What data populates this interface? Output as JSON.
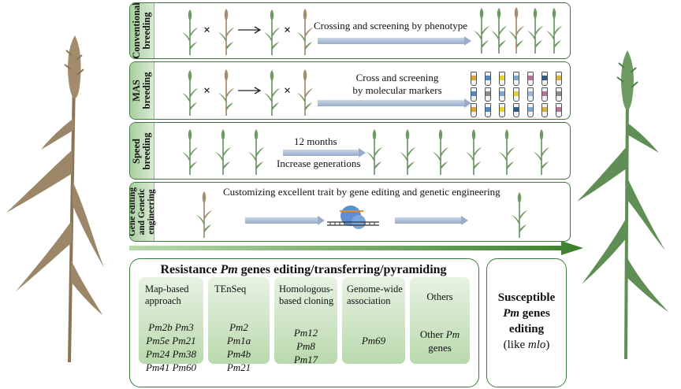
{
  "rows": {
    "conventional": {
      "label": "Conventional\nbreeding",
      "text": "Crossing and screening by phenotype"
    },
    "mas": {
      "label": "MAS\nbreeding",
      "text": "Cross and screening\nby molecular markers"
    },
    "speed": {
      "label": "Speed\nbreeding",
      "text_top": "12 months",
      "text_bottom": "Increase generations"
    },
    "gene_editing": {
      "label": "Gene editing\nand Genetic\nengineering",
      "text": "Customizing excellent trait by gene editing and genetic engineering"
    }
  },
  "cross_symbol": "×",
  "resistance": {
    "title_pre": "Resistance ",
    "title_em": "Pm",
    "title_post": " genes editing/transferring/pyramiding",
    "columns": [
      {
        "header": "Map-based\napproach",
        "genes": "Pm2b Pm3\nPm5e Pm21\nPm24 Pm38\nPm41 Pm60"
      },
      {
        "header": "TEnSeq",
        "genes": "Pm2\nPm1a\nPm4b\nPm21"
      },
      {
        "header": "Homologous-\nbased cloning",
        "genes": "Pm12\nPm8\nPm17"
      },
      {
        "header": "Genome-wide\nassociation",
        "genes": "Pm69"
      },
      {
        "header": "Others",
        "genes_pre": "Other ",
        "genes_em": "Pm",
        "genes_post": "\ngenes"
      }
    ]
  },
  "susceptible": {
    "line1": "Susceptible",
    "line2_em": "Pm",
    "line2_post": " genes",
    "line3": "editing",
    "line4_pre": "(like ",
    "line4_em": "mlo",
    "line4_post": ")"
  },
  "colors": {
    "green_border": "#3f7a3c",
    "big_arrow": "#4a8a3a",
    "wheat_brown": "#8b7355",
    "wheat_green": "#5f8f55",
    "arrow_blue": "#98accb"
  }
}
